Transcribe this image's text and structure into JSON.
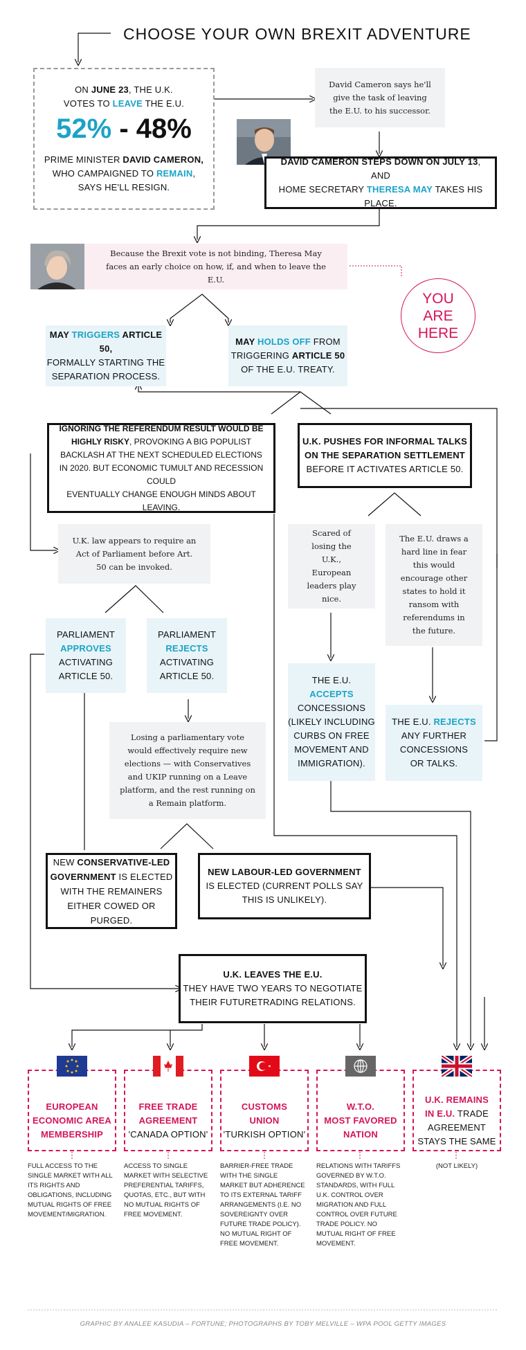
{
  "title": "CHOOSE YOUR OWN BREXIT ADVENTURE",
  "vote": {
    "line1_a": "ON ",
    "line1_date": "JUNE 23",
    "line1_b": ", THE U.K.",
    "line2_a": "VOTES TO ",
    "line2_leave": "LEAVE",
    "line2_b": " THE E.U.",
    "pct_leave": "52%",
    "dash": " - ",
    "pct_remain": "48%",
    "pm_a": "PRIME MINISTER ",
    "pm_name": "DAVID CAMERON,",
    "pm_b": "WHO CAMPAIGNED TO ",
    "pm_remain": "REMAIN",
    "pm_c": ",",
    "pm_d": "SAYS HE'LL RESIGN."
  },
  "cameron_note": "David Cameron says he'll give the task of leaving the E.U. to his successor.",
  "cameron_steps": {
    "bold": "DAVID CAMERON STEPS DOWN ON JULY 13",
    "a": ", AND",
    "b": "HOME SECRETARY ",
    "name": "THERESA MAY",
    "c": " TAKES HIS PLACE."
  },
  "may_note": "Because the Brexit vote is not binding, Theresa May faces an early choice on how, if, and when to leave the E.U.",
  "you_are_here": [
    "YOU",
    "ARE",
    "HERE"
  ],
  "triggers": {
    "a": "MAY ",
    "kw": "TRIGGERS",
    "b": " ARTICLE 50,",
    "c": "FORMALLY STARTING THE",
    "d": "SEPARATION PROCESS."
  },
  "holds_off": {
    "a": "MAY ",
    "kw": "HOLDS OFF",
    "b": " FROM",
    "c": "TRIGGERING ",
    "d": "ARTICLE 50",
    "e": "OF THE E.U. TREATY."
  },
  "ignoring": {
    "bold1": "IGNORING THE REFERENDUM RESULT WOULD BE",
    "bold2": "HIGHLY RISKY",
    "rest1": ", PROVOKING A BIG POPULIST",
    "rest2": "BACKLASH AT THE NEXT SCHEDULED ELECTIONS",
    "rest3": "IN 2020. BUT ECONOMIC TUMULT AND RECESSION COULD",
    "rest4": "EVENTUALLY CHANGE ENOUGH MINDS ABOUT LEAVING."
  },
  "informal": {
    "bold1": "U.K. PUSHES FOR INFORMAL TALKS",
    "bold2": "ON THE SEPARATION SETTLEMENT",
    "rest": "BEFORE IT ACTIVATES ARTICLE 50."
  },
  "law_note": "U.K. law appears to require an Act of Parliament before Art. 50 can be invoked.",
  "scared_note": "Scared of losing the U.K., European leaders play nice.",
  "hardline_note": "The E.U. draws a hard line in fear this would encourage other states to hold it ransom with referendums in the future.",
  "parl_approves": {
    "a": "PARLIAMENT",
    "kw": "APPROVES",
    "b": "ACTIVATING",
    "c": "ARTICLE 50."
  },
  "parl_rejects": {
    "a": "PARLIAMENT",
    "kw": "REJECTS",
    "b": "ACTIVATING",
    "c": "ARTICLE 50."
  },
  "eu_accepts": {
    "a": "THE E.U.",
    "kw": "ACCEPTS",
    "b": "CONCESSIONS",
    "c": "(LIKELY INCLUDING",
    "d": "CURBS ON FREE",
    "e": "MOVEMENT AND",
    "f": "IMMIGRATION)."
  },
  "eu_rejects": {
    "a": "THE E.U. ",
    "kw": "REJECTS",
    "b": "ANY FURTHER",
    "c": "CONCESSIONS",
    "d": "OR TALKS."
  },
  "losing_note": "Losing a parliamentary vote would effectively require new elections — with Conservatives and UKIP running on a Leave platform, and the rest running on a Remain platform.",
  "conservative": {
    "a": "NEW ",
    "bold1": "CONSERVATIVE-LED",
    "bold2": "GOVERNMENT",
    "b": " IS ELECTED",
    "c": "WITH THE REMAINERS",
    "d": "EITHER COWED OR PURGED."
  },
  "labour": {
    "bold": "NEW LABOUR-LED GOVERNMENT",
    "b": "IS ELECTED (CURRENT POLLS SAY",
    "c": "THIS IS UNLIKELY)."
  },
  "leaves": {
    "bold": "U.K. LEAVES THE E.U.",
    "b": "THEY HAVE TWO YEARS TO NEGOTIATE",
    "c": "THEIR FUTURETRADING RELATIONS."
  },
  "outcomes": [
    {
      "title1": "EUROPEAN",
      "title2": "ECONOMIC AREA",
      "title3": "MEMBERSHIP",
      "sub": "",
      "flag": "eu-flag-icon",
      "desc": "FULL ACCESS TO THE SINGLE MARKET WITH ALL ITS RIGHTS AND OBLIGATIONS, INCLUDING MUTUAL RIGHTS OF FREE MOVEMENT/MIGRATION."
    },
    {
      "title1": "FREE TRADE",
      "title2": "AGREEMENT",
      "title3": "",
      "sub": "'CANADA OPTION'",
      "flag": "canada-flag-icon",
      "desc": "ACCESS TO SINGLE MARKET WITH SELECTIVE PREFERENTIAL TARIFFS, QUOTAS, ETC., BUT WITH NO MUTUAL RIGHTS OF FREE MOVEMENT."
    },
    {
      "title1": "CUSTOMS",
      "title2": "UNION",
      "title3": "",
      "sub": "'TURKISH OPTION'",
      "flag": "turkey-flag-icon",
      "desc": "BARRIER-FREE TRADE WITH THE SINGLE MARKET BUT ADHERENCE TO ITS EXTERNAL TARIFF ARRANGEMENTS (I.E. NO SOVEREIGNTY OVER FUTURE TRADE POLICY). NO MUTUAL RIGHT OF FREE MOVEMENT."
    },
    {
      "title1": "W.T.O.",
      "title2": "MOST FAVORED",
      "title3": "NATION",
      "sub": "",
      "flag": "globe-icon",
      "desc": "RELATIONS WITH TARIFFS GOVERNED BY W.T.O. STANDARDS, WITH FULL U.K. CONTROL OVER MIGRATION AND FULL CONTROL OVER FUTURE TRADE POLICY. NO MUTUAL RIGHT OF FREE MOVEMENT."
    },
    {
      "title1": "U.K. REMAINS",
      "title2": "IN E.U.",
      "rest1": " TRADE",
      "rest2": "AGREEMENT",
      "rest3": "STAYS THE SAME",
      "flag": "uk-flag-icon",
      "desc": "(NOT LIKELY)"
    }
  ],
  "credit": "GRAPHIC BY ANALEE KASUDIA – FORTUNE; PHOTOGRAPHS BY TOBY MELVILLE – WPA POOL GETTY IMAGES",
  "colors": {
    "accent_blue": "#1ba3c6",
    "accent_pink": "#d4145a",
    "light_blue_box": "#e8f4f8",
    "light_grey_box": "#f1f2f4"
  }
}
